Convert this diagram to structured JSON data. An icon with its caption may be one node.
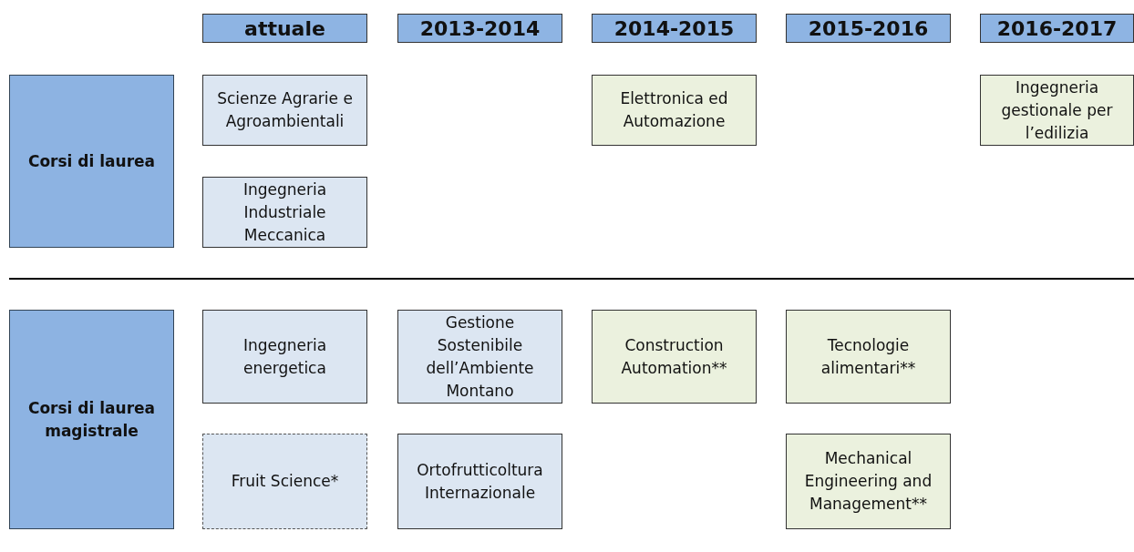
{
  "diagram": {
    "nodes": [
      {
        "text": [
          "attuale"
        ]
      },
      {
        "text": [
          "2013-2014"
        ]
      },
      {
        "text": [
          "2014-2015"
        ]
      },
      {
        "text": [
          "2015-2016"
        ]
      },
      {
        "text": [
          "2016-2017"
        ]
      },
      {
        "text": [
          "Corsi di laurea"
        ]
      },
      {
        "text": [
          "Scienze Agrarie e Agroambientali"
        ]
      },
      {
        "text": [
          "Elettronica ed Automazione"
        ]
      },
      {
        "text": [
          "Ingegneria gestionale per l’edilizia"
        ]
      },
      {
        "text": [
          "Ingegneria Industriale Meccanica"
        ]
      },
      {
        "text": [
          "Corsi di laurea magistrale"
        ]
      },
      {
        "text": [
          "Ingegneria energetica"
        ]
      },
      {
        "text": [
          "Gestione Sostenibile dell’Ambiente Montano"
        ]
      },
      {
        "text": [
          "Construction Automation**"
        ]
      },
      {
        "text": [
          "Tecnologie alimentari**"
        ]
      },
      {
        "text": [
          "Fruit Science*"
        ]
      },
      {
        "text": [
          "Ortofrutticoltura Internazionale"
        ]
      },
      {
        "text": [
          "Mechanical Engineering and Management**"
        ]
      }
    ],
    "edges": []
  }
}
